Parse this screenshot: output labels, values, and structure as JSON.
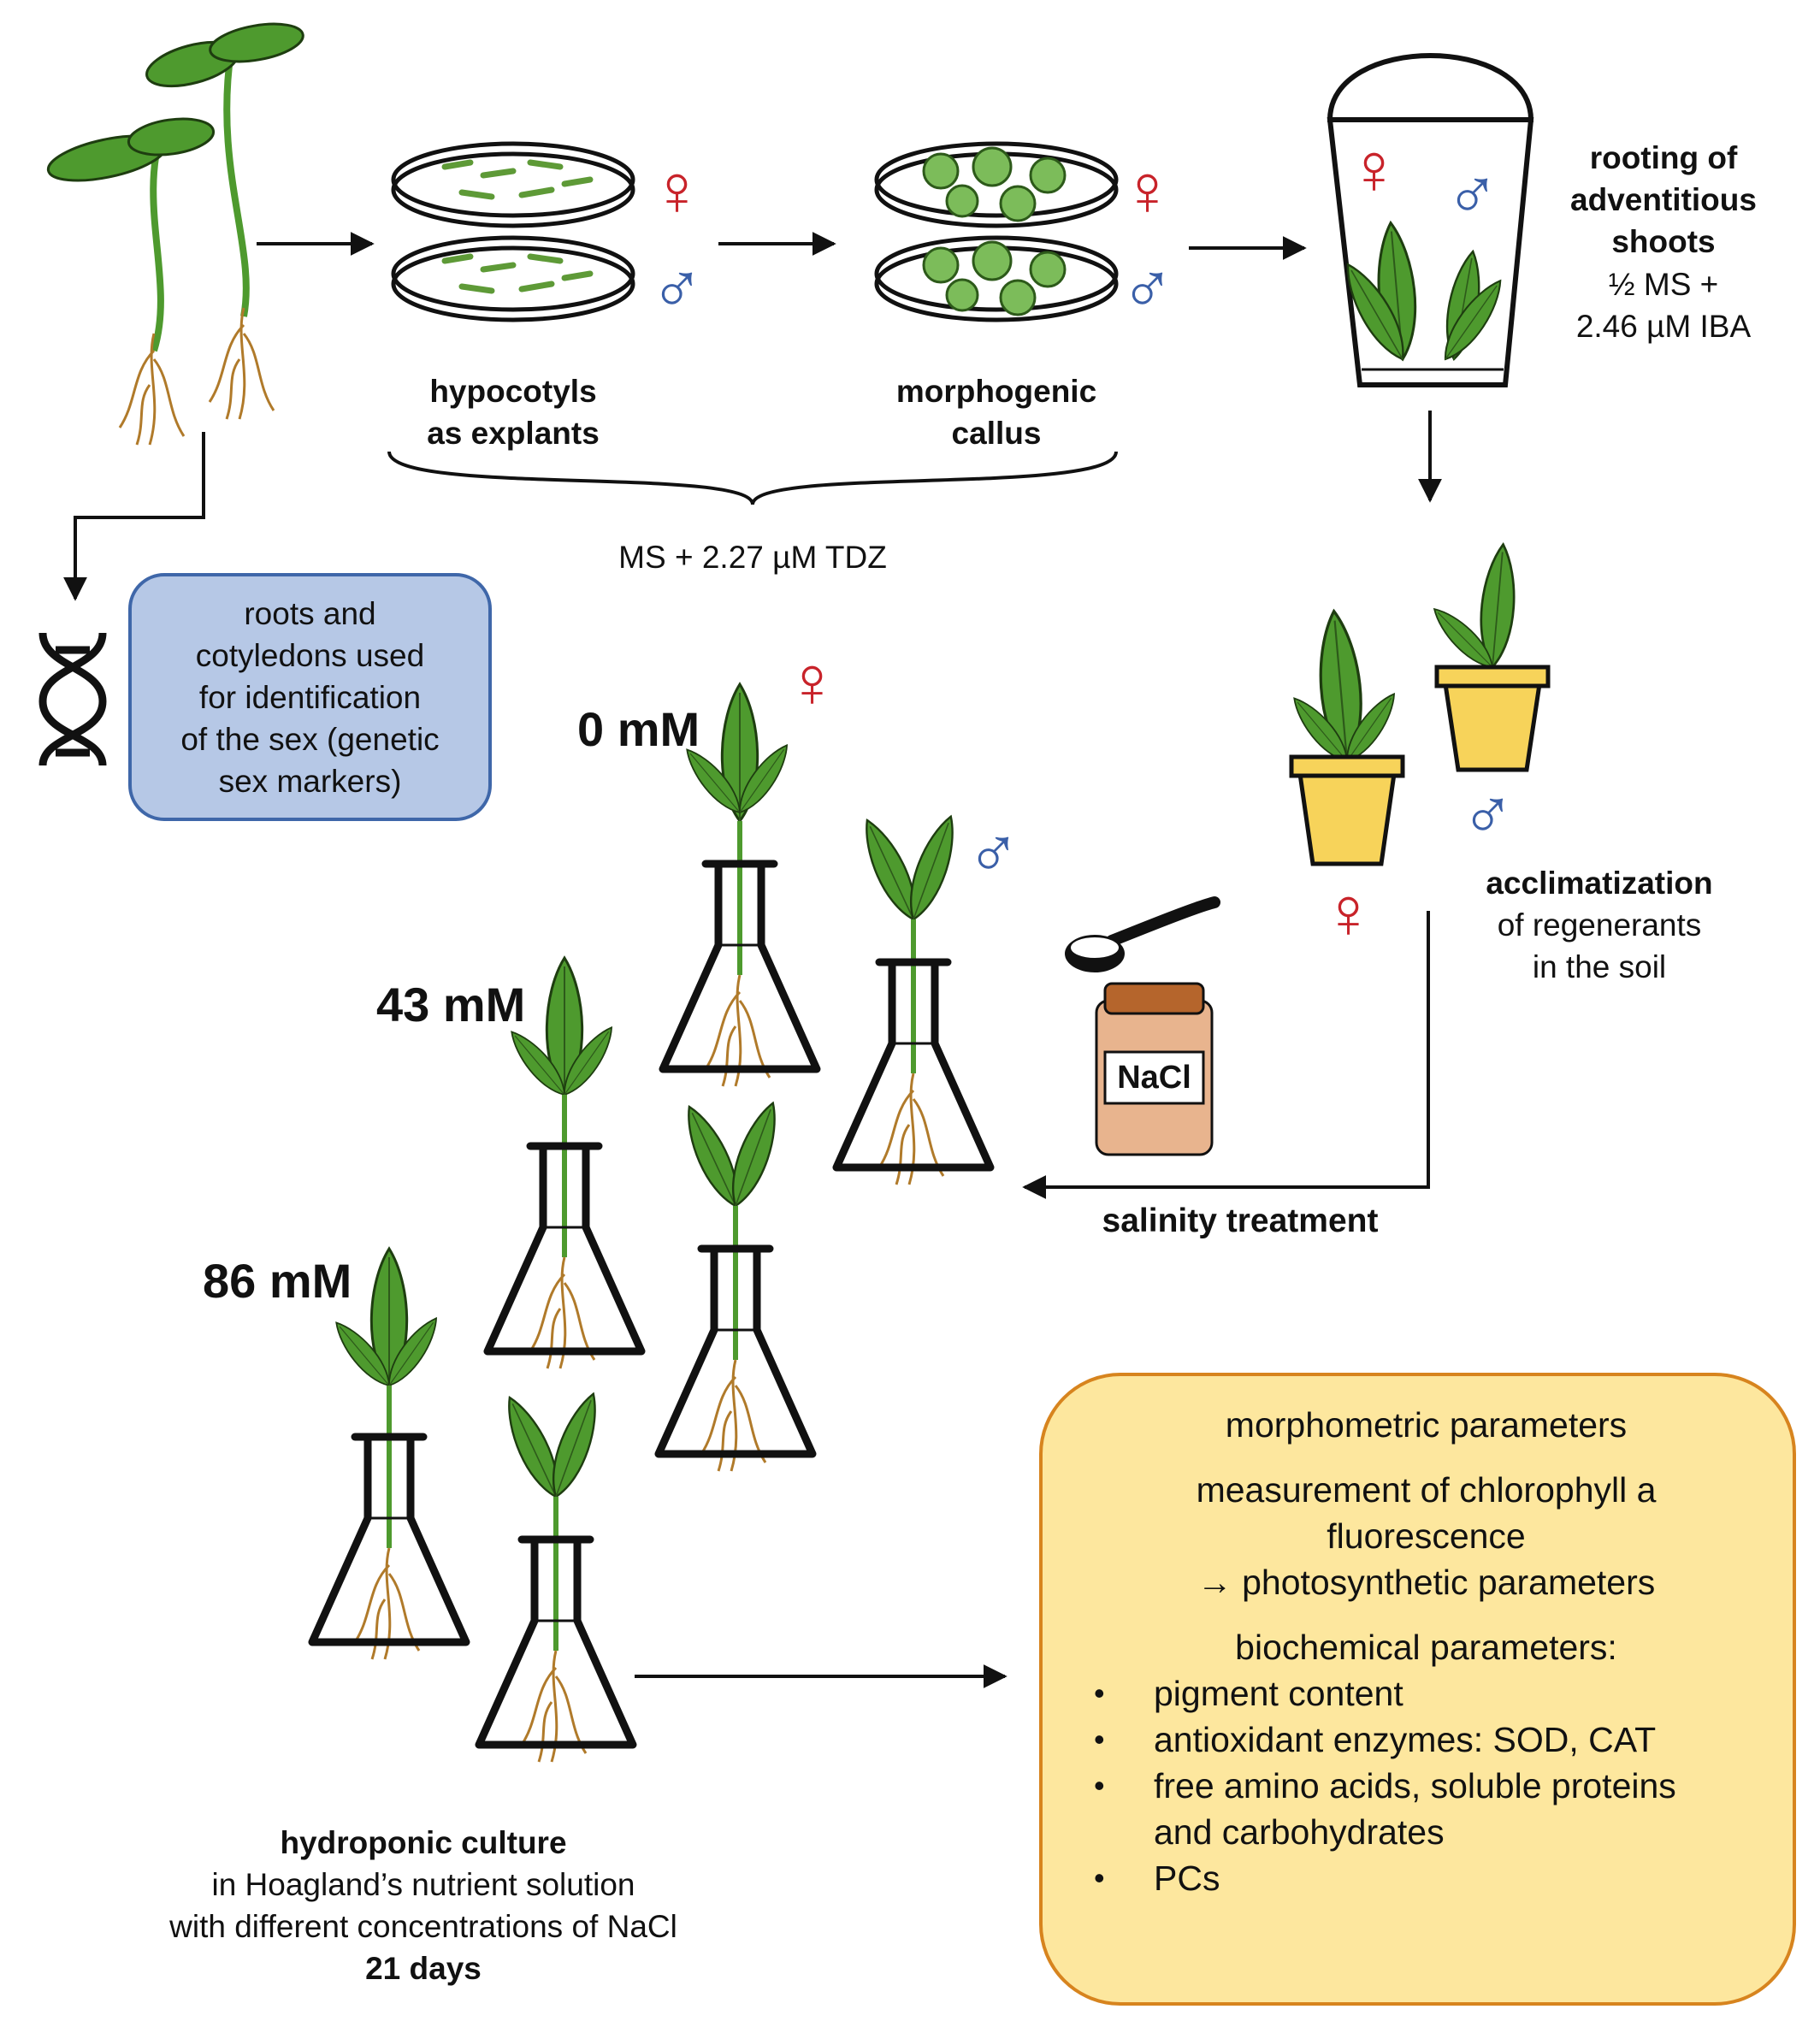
{
  "labels": {
    "hypocotyls": "hypocotyls\nas explants",
    "callus": "morphogenic\ncallus",
    "medium1": "MS + 2.27 µM TDZ",
    "rooting_title": "rooting of\nadventitious\nshoots",
    "rooting_medium": "½ MS +\n2.46 µM IBA",
    "sex_id_box": "roots and\ncotyledons used\nfor  identification\nof the sex (genetic\nsex markers)",
    "acclim_title": "acclimatization",
    "acclim_text": "of regenerants\nin the soil",
    "salinity": "salinity treatment",
    "salt_label": "NaCl",
    "conc": [
      "0 mM",
      "43 mM",
      "86 mM"
    ],
    "hydro_title": "hydroponic culture",
    "hydro_text": "in Hoagland’s nutrient solution\nwith different concentrations of NaCl",
    "hydro_days": "21 days"
  },
  "parameters": {
    "morpho": "morphometric parameters",
    "fluor": "measurement of chlorophyll a\nfluorescence\n→ photosynthetic parameters",
    "biochem_title": "biochemical parameters:",
    "biochem_items": [
      "pigment content",
      "antioxidant enzymes: SOD, CAT",
      "free amino acids, soluble proteins\nand carbohydrates",
      "PCs"
    ]
  },
  "symbols": {
    "female": "♀",
    "male": "♂"
  },
  "colors": {
    "female": "#c8232a",
    "male": "#3a5fa8",
    "leaf": "#4e9a2e",
    "root": "#b07a2a",
    "pot": "#f7d35a",
    "jar": "#e8b48e",
    "lid": "#b5652c",
    "box_blue": "#b6c8e6",
    "box_yellow": "#fde79e"
  }
}
